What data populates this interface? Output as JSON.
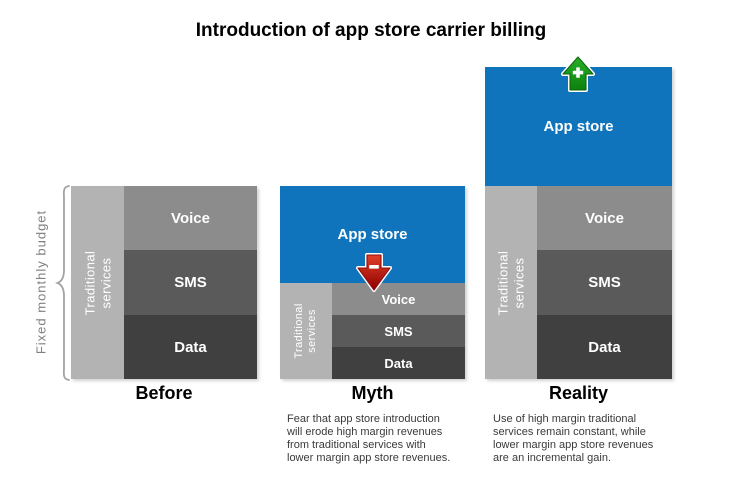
{
  "title": "Introduction of app store carrier billing",
  "budget": {
    "label": "Fixed monthly budget"
  },
  "blocks": {
    "app_store": "App store",
    "traditional": "Traditional\nservices",
    "voice": "Voice",
    "sms": "SMS",
    "data": "Data"
  },
  "columns": {
    "before": {
      "label": "Before"
    },
    "myth": {
      "label": "Myth",
      "arrow_icon": "red-down-arrow-minus",
      "note": "Fear that app store introduction\nwill erode high margin revenues\nfrom traditional services with\nlower margin app store revenues."
    },
    "reality": {
      "label": "Reality",
      "arrow_icon": "green-up-arrow-plus",
      "note": "Use of high margin traditional\nservices remain constant, while\nlower margin app store revenues\nare an incremental gain."
    }
  },
  "colors": {
    "app_store_blue": "#0F74BC",
    "voice_gray": "#8C8C8C",
    "sms_gray": "#5A5A5A",
    "data_gray": "#404040",
    "traditional_gray": "#B3B3B3",
    "gain_green": "#17A017",
    "loss_red": "#C00000",
    "brace_gray": "#A3A3A3",
    "budget_text_gray": "#7F7F7F"
  }
}
